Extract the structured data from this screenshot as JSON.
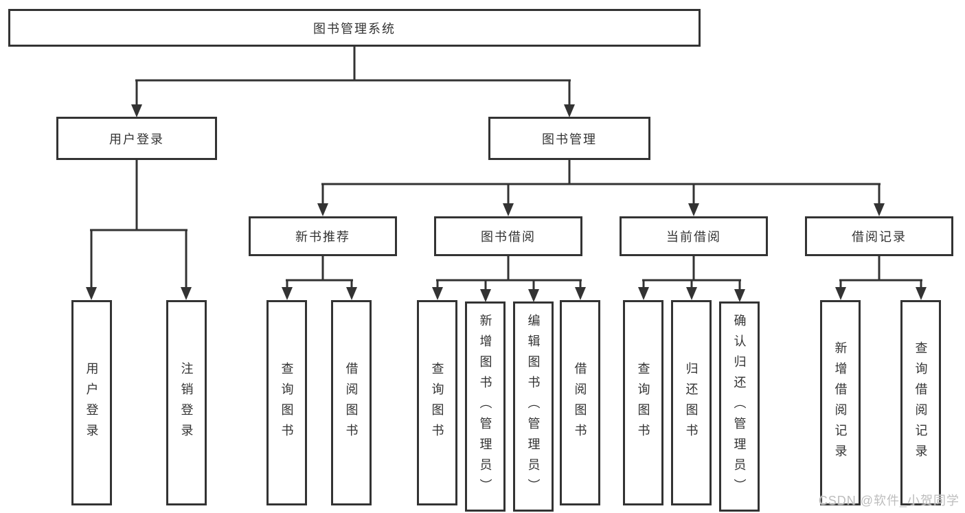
{
  "colors": {
    "line": "#333333",
    "box_border": "#333333",
    "text": "#333333",
    "background": "#ffffff",
    "watermark": "#bdbdbd"
  },
  "watermark": "CSDN @软件_小贺同学",
  "diagram": {
    "root": "图书管理系统",
    "user_branch": {
      "label": "用户登录",
      "children": [
        "用户登录",
        "注销登录"
      ]
    },
    "mgmt_branch": {
      "label": "图书管理",
      "groups": [
        {
          "label": "新书推荐",
          "children": [
            "查询图书",
            "借阅图书"
          ]
        },
        {
          "label": "图书借阅",
          "children": [
            "查询图书",
            "新增图书（管理员）",
            "编辑图书（管理员）",
            "借阅图书"
          ]
        },
        {
          "label": "当前借阅",
          "children": [
            "查询图书",
            "归还图书",
            "确认归还（管理员）"
          ]
        },
        {
          "label": "借阅记录",
          "children": [
            "新增借阅记录",
            "查询借阅记录"
          ]
        }
      ]
    }
  }
}
